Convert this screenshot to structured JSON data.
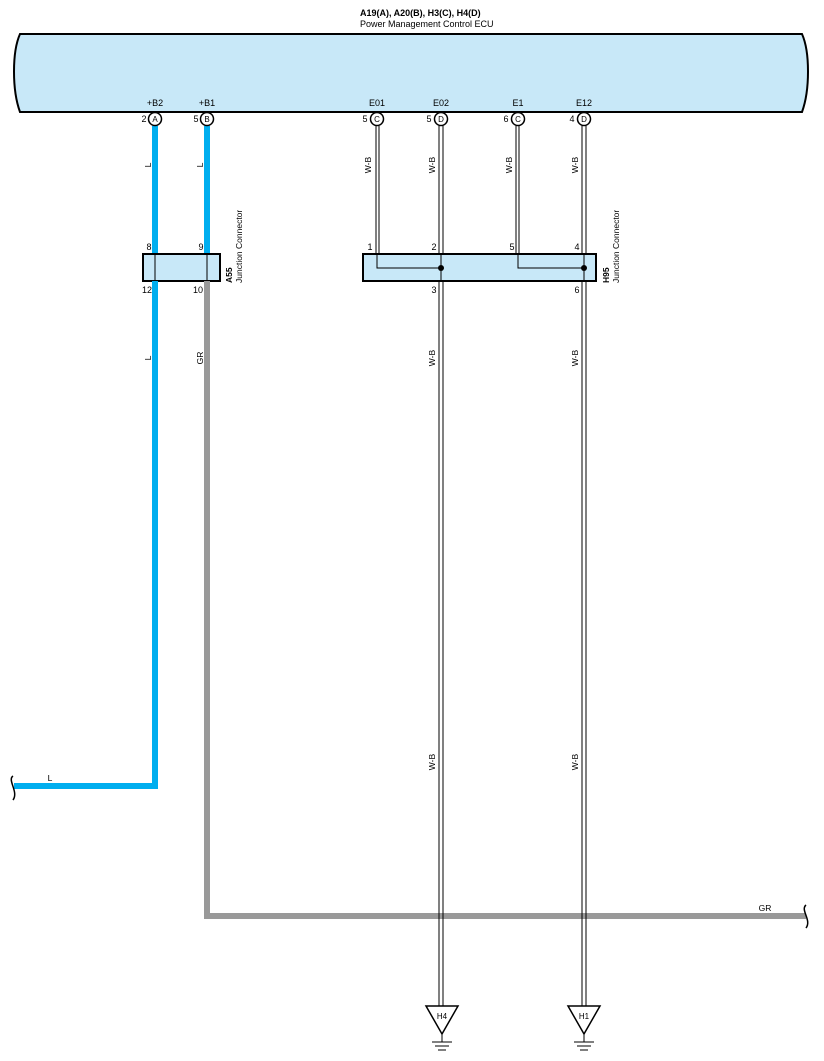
{
  "ecu": {
    "connectors": "A19(A), A20(B), H3(C), H4(D)",
    "name": "Power Management Control ECU"
  },
  "terminals": [
    {
      "name": "+B2",
      "pin": "2",
      "connector": "A",
      "wire_color": "L"
    },
    {
      "name": "+B1",
      "pin": "5",
      "connector": "B",
      "wire_color": "L"
    },
    {
      "name": "E01",
      "pin": "5",
      "connector": "C",
      "wire_color": "W-B"
    },
    {
      "name": "E02",
      "pin": "5",
      "connector": "D",
      "wire_color": "W-B"
    },
    {
      "name": "E1",
      "pin": "6",
      "connector": "C",
      "wire_color": "W-B"
    },
    {
      "name": "E12",
      "pin": "4",
      "connector": "D",
      "wire_color": "W-B"
    }
  ],
  "junction_a55": {
    "id": "A55",
    "label": "Junction Connector",
    "top_pins": [
      "8",
      "9"
    ],
    "bottom_pins": [
      "12",
      "10"
    ],
    "out_colors": [
      "L",
      "GR"
    ]
  },
  "junction_h95": {
    "id": "H95",
    "label": "Junction Connector",
    "top_pins": [
      "1",
      "2",
      "5",
      "4"
    ],
    "bottom_pins": [
      "3",
      "6"
    ],
    "out_colors": [
      "W-B",
      "W-B"
    ]
  },
  "continuations": {
    "left_label": "L",
    "right_label": "GR"
  },
  "grounds": [
    "H4",
    "H1"
  ],
  "colors": {
    "ecu_fill": "#c8e8f8",
    "wire_l": "#00aeef",
    "wire_gr": "#999999",
    "connector_fill": "#c8e8f8"
  }
}
